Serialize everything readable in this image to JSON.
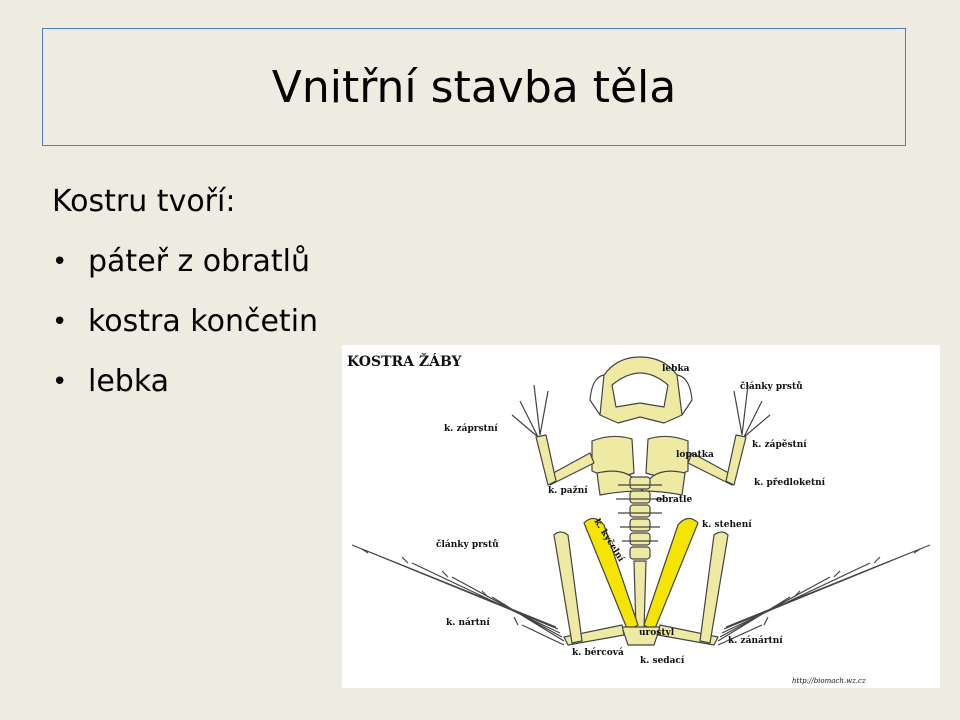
{
  "slide": {
    "title": "Vnitřní stavba těla",
    "intro": "Kostru tvoří:",
    "bullets": [
      "páteř z obratlů",
      "kostra končetin",
      "lebka"
    ],
    "bullet_char": "•"
  },
  "figure": {
    "title": "KOSTRA ŽÁBY",
    "source": "http://biomach.wz.cz",
    "bone_color": "#eeeaa4",
    "highlight_color": "#f4e400",
    "labels": {
      "lebka": "lebka",
      "clanky_prstu_top": "články prstů",
      "k_zaprstni": "k. záprstní",
      "k_zapestni": "k. zápěstní",
      "lopatka": "lopatka",
      "k_predloketni": "k. předloketní",
      "k_pazni": "k. pažní",
      "obratle": "obratle",
      "k_kycelni": "k. kyčelní",
      "k_stehenni": "k. stehení",
      "clanky_prstu_left": "články prstů",
      "k_nartni": "k. nártní",
      "urostyl": "urostyl",
      "k_zanartni": "k. zánártní",
      "k_bercova": "k. bércová",
      "k_sedaci": "k. sedací"
    }
  }
}
